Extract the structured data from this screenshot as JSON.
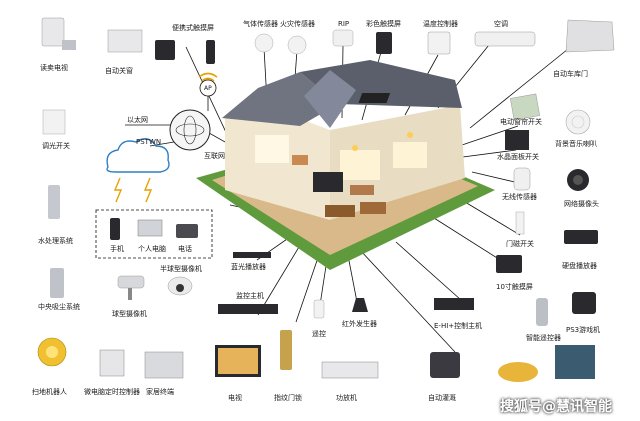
{
  "colors": {
    "line": "#111111",
    "roof": "#6f7480",
    "wall": "#f1e6d0",
    "floor": "#d9b98a",
    "grass": "#5f9b3c",
    "cloud": "#2f7fc4",
    "signal": "#e6a200",
    "device_light": "#e8e8ea",
    "device_dark": "#2a2a2e"
  },
  "labels": {
    "tv_top_left": "读卖电视",
    "auto_curtain": "自动关窗",
    "touch_panel": "便携式触摸屏",
    "gas_sensor": "气体传感器",
    "fire_sensor": "火灾传感器",
    "rip": "RIP",
    "color_touch": "彩色触摸屏",
    "thermostat": "温度控制器",
    "aircon": "空调",
    "garage_door": "自动车库门",
    "ap": "AP",
    "ethernet": "以太网",
    "pstwn": "PSTWN",
    "internet": "互联网",
    "electric_switch": "电动窗帘开关",
    "ceiling_speaker": "背景音乐喇叭",
    "thermal_switch": "水晶面板开关",
    "wireless_sensor": "无线传感器",
    "network_camera": "网络摄像头",
    "dimmer": "调光开关",
    "water_system": "水处理系统",
    "phone": "手机",
    "pc": "个人电脑",
    "telephone": "电话",
    "hd_player": "硬盘播放器",
    "door_switch": "门磁开关",
    "bluray": "蓝光播放器",
    "dome_camera": "半球型摄像机",
    "central_dust": "中央吸尘系统",
    "touch_10": "10寸触摸屏",
    "ps3": "PS3游戏机",
    "bullet_camera": "球型摄像机",
    "monitor_host": "监控主机",
    "ir_emitter": "红外发生器",
    "keyfob": "遥控",
    "ehi_host": "E-HI+控制主机",
    "smart_remote": "智能遥控器",
    "robot_vacuum": "扫地机器人",
    "micro_timer": "微电脑定时控制器",
    "home_console": "家居终端",
    "tv_bottom": "电视",
    "fingerprint_lock": "指纹门锁",
    "av_receiver": "功放机",
    "auto_irrigation": "自动灌溉",
    "watermark": "搜狐号@慧讯智能"
  }
}
